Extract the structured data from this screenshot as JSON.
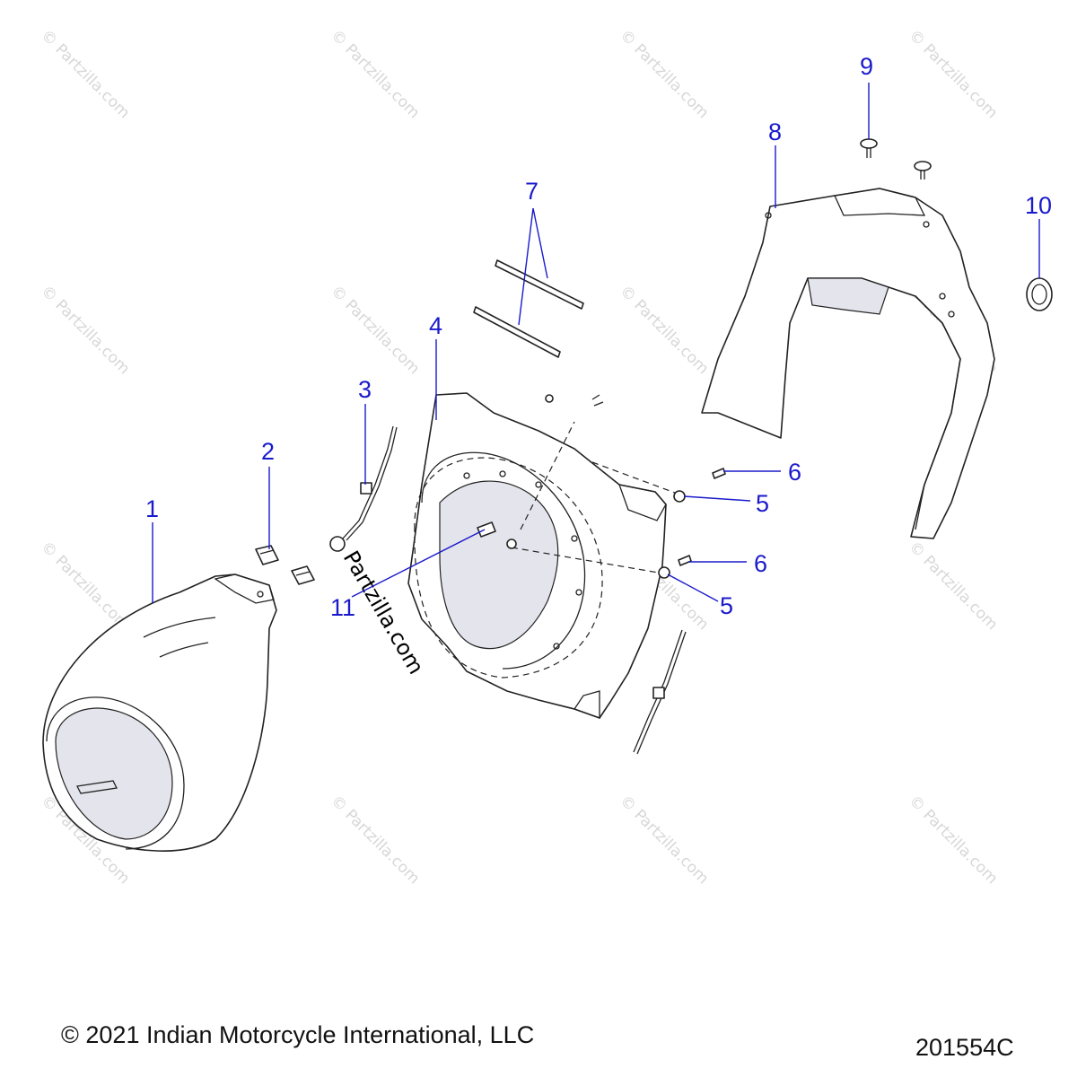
{
  "diagram": {
    "callouts": {
      "c1": "1",
      "c2": "2",
      "c3": "3",
      "c4": "4",
      "c5a": "5",
      "c5b": "5",
      "c6a": "6",
      "c6b": "6",
      "c7": "7",
      "c8": "8",
      "c9": "9",
      "c10": "10",
      "c11": "11"
    },
    "diagram_watermark": "Partzilla.com",
    "background_watermark": "© Partzilla.com",
    "copyright": "© 2021 Indian Motorcycle International, LLC",
    "drawing_number": "201554C",
    "colors": {
      "callout": "#1a1acc",
      "line": "#222222",
      "watermark": "#d7d7d7"
    }
  }
}
